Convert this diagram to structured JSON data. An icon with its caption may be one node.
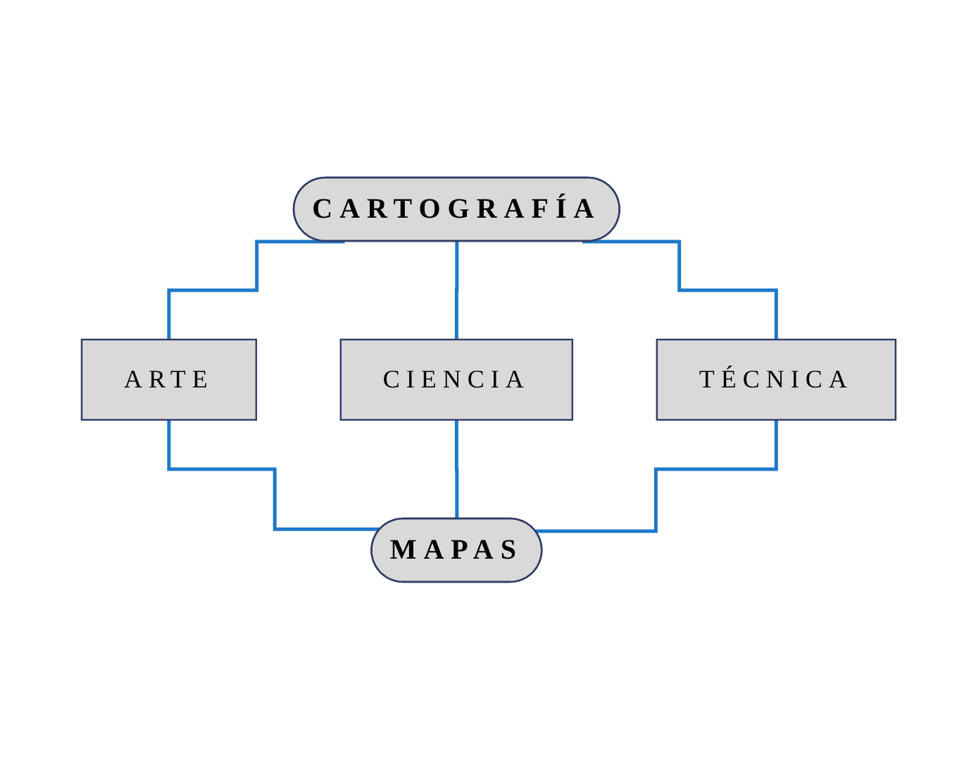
{
  "diagram": {
    "nodes": [
      {
        "text": [
          "CARTOGRAFÍA"
        ]
      },
      {
        "text": [
          "ARTE"
        ]
      },
      {
        "text": [
          "CIENCIA"
        ]
      },
      {
        "text": [
          "TÉCNICA"
        ]
      },
      {
        "text": [
          "MAPAS"
        ]
      }
    ],
    "edges": [
      {
        "from": 0,
        "to": 1,
        "arrow": "none"
      },
      {
        "from": 0,
        "to": 2,
        "arrow": "none"
      },
      {
        "from": 0,
        "to": 3,
        "arrow": "none"
      },
      {
        "from": 1,
        "to": 4,
        "arrow": "none"
      },
      {
        "from": 2,
        "to": 4,
        "arrow": "none"
      },
      {
        "from": 3,
        "to": 4,
        "arrow": "none"
      }
    ]
  }
}
